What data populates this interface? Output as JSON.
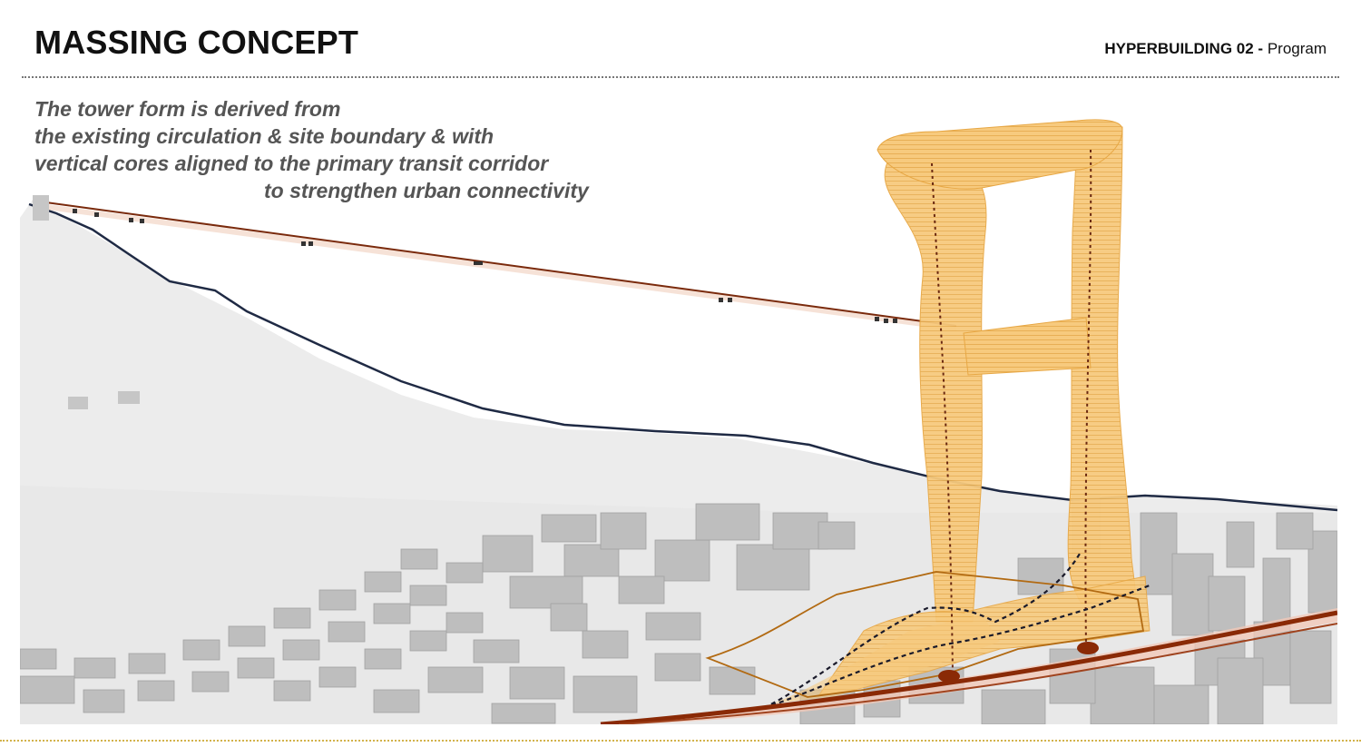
{
  "header": {
    "title": "MASSING CONCEPT",
    "project": "HYPERBUILDING 02",
    "separator": " - ",
    "section": "Program"
  },
  "caption": {
    "lines": [
      "The tower form is derived from",
      "the existing circulation & site boundary & with",
      "vertical cores aligned to the primary transit corridor",
      "to strengthen urban connectivity"
    ]
  },
  "colors": {
    "tower_fill": "#f7c97a",
    "tower_line": "#e7a744",
    "cable_line": "#7a2a0c",
    "transit_line": "#8a2a06",
    "ridge_line": "#1f2a44",
    "site_boundary": "#b26a12",
    "buildings": "#b8b8b8",
    "terrain": "#ececec"
  }
}
